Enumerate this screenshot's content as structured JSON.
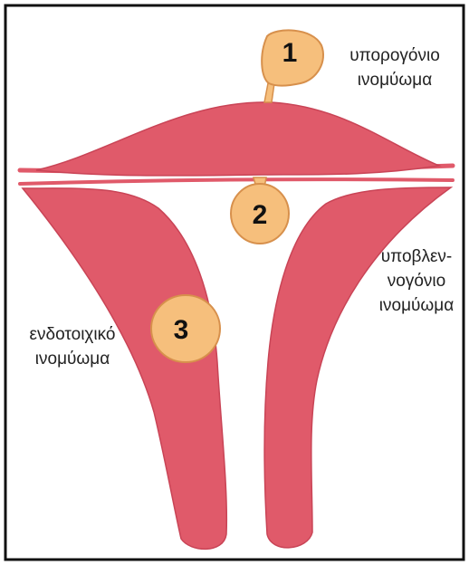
{
  "colors": {
    "tissue": "#e05a6a",
    "tissue_edge": "#c94456",
    "fibroid": "#f6bf7c",
    "fibroid_edge": "#d7904c",
    "border": "#111111"
  },
  "fibroids": [
    {
      "number": "1"
    },
    {
      "number": "2"
    },
    {
      "number": "3"
    }
  ],
  "labels": {
    "subserosal": [
      "υπορογόνιο",
      "ινομύωμα"
    ],
    "submucosal": [
      "υποβλεν-",
      "νογόνιο",
      "ινομύωμα"
    ],
    "intramural": [
      "ενδοτοιχικό",
      "ινομύωμα"
    ]
  }
}
